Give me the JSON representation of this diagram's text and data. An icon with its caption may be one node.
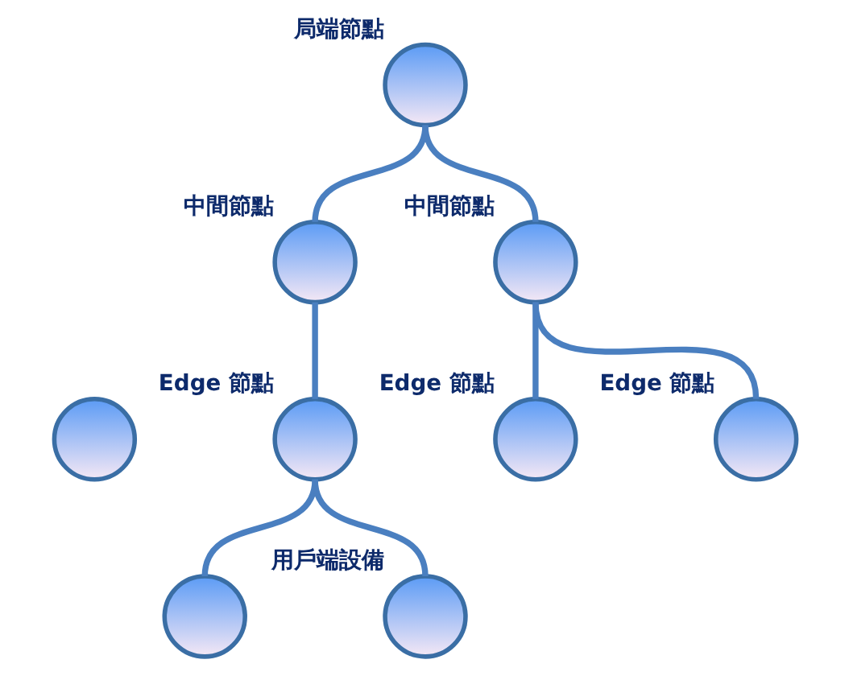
{
  "diagram": {
    "nodes": [
      {
        "text": [
          "局端節點"
        ]
      },
      {
        "text": [
          "中間節點"
        ]
      },
      {
        "text": [
          "中間節點"
        ]
      },
      {
        "text": [],
        "shape": "circle"
      },
      {
        "text": [
          "Edge 節點"
        ]
      },
      {
        "text": [
          "Edge 節點"
        ]
      },
      {
        "text": [
          "Edge 節點"
        ]
      },
      {
        "text": [],
        "shape": "circle"
      },
      {
        "text": [
          "用戶端設備"
        ]
      }
    ],
    "edges": [
      {
        "from": 0,
        "to": 1,
        "arrow": "none"
      },
      {
        "from": 0,
        "to": 2,
        "arrow": "none"
      },
      {
        "from": 1,
        "to": 4,
        "arrow": "none"
      },
      {
        "from": 2,
        "to": 5,
        "arrow": "none"
      },
      {
        "from": 2,
        "to": 6,
        "arrow": "none"
      },
      {
        "from": 4,
        "to": 7,
        "arrow": "none"
      },
      {
        "from": 4,
        "to": 8,
        "arrow": "none"
      }
    ]
  }
}
